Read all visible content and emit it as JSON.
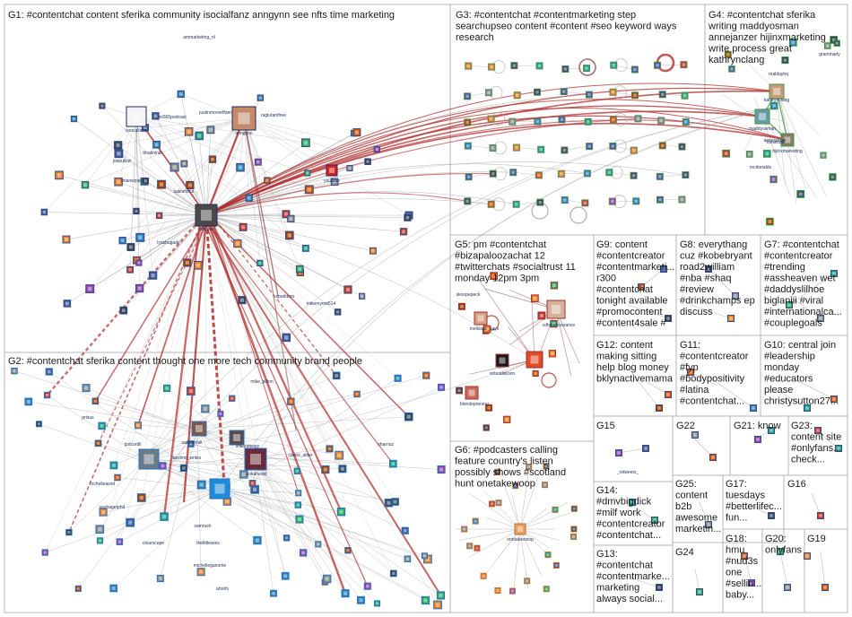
{
  "colors": {
    "edge_gray": "#9a9a9a",
    "edge_red": "#b22b2b",
    "edge_dark": "#8b4a4a",
    "border": "#b5b5b5",
    "label_text": "#1f2a5a",
    "title_text": "#1a1a1a"
  },
  "groups": [
    {
      "id": "G1",
      "title_lines": [
        "G1: #contentchat content sferika community isocialfanz anngynn see nfts time marketing"
      ]
    },
    {
      "id": "G2",
      "title_lines": [
        "G2: #contentchat sferika content thought one more tech community brand people"
      ]
    },
    {
      "id": "G3",
      "title_lines": [
        "G3: #contentchat #contentmarketing step",
        "searchupseo content #content #seo keyword ways",
        "research"
      ]
    },
    {
      "id": "G4",
      "title_lines": [
        "G4: #contentchat sferika",
        "writing maddyosman",
        "annejanzer hijinxmarketing",
        "write process great",
        "kathrynclang"
      ]
    },
    {
      "id": "G5",
      "title_lines": [
        "G5: pm #contentchat",
        "#bizapaloozachat 12",
        "#twitterchats #socialtrust 11",
        "monday 12pm 3pm"
      ]
    },
    {
      "id": "G6",
      "title_lines": [
        "G6: #podcasters calling",
        "feature country's listen",
        "possibly shows #scotland",
        "hunt onetakewoop"
      ]
    },
    {
      "id": "G7",
      "title_lines": [
        "G7: #contentchat",
        "#contentcreator",
        "#trending",
        "#assheaven wet",
        "#daddyslilhoe",
        "biglaniii #viral",
        "#internationalca...",
        "#couplegoals"
      ]
    },
    {
      "id": "G8",
      "title_lines": [
        "G8: everythang",
        "cuz #kobebryant",
        "road2william",
        "#nba #shaq",
        "#review",
        "#drinkchamps ep",
        "discuss"
      ]
    },
    {
      "id": "G9",
      "title_lines": [
        "G9: content",
        "#contentcreator",
        "#contentmarketi...",
        "r300",
        "#contentchat",
        "tonight available",
        "#promocontent",
        "#content4sale #"
      ]
    },
    {
      "id": "G10",
      "title_lines": [
        "G10: central join",
        "#leadership",
        "monday",
        "#educators",
        "please",
        "christysutton27..."
      ]
    },
    {
      "id": "G11",
      "title_lines": [
        "G11:",
        "#contentcreator",
        "#fyp",
        "#bodypositivity",
        "#latina",
        "#contentchat..."
      ]
    },
    {
      "id": "G12",
      "title_lines": [
        "G12: content",
        "making sitting",
        "help blog money",
        "bklynactivemama"
      ]
    },
    {
      "id": "G13",
      "title_lines": [
        "G13:",
        "#contentchat",
        "#contentmarke...",
        "marketing",
        "always social..."
      ]
    },
    {
      "id": "G14",
      "title_lines": [
        "G14:",
        "#dmvbigdick",
        "#milf work",
        "#contentcreator",
        "#contentchat..."
      ]
    },
    {
      "id": "G15",
      "title_lines": [
        "G15"
      ]
    },
    {
      "id": "G16",
      "title_lines": [
        "G16"
      ]
    },
    {
      "id": "G17",
      "title_lines": [
        "G17:",
        "tuesdays",
        "#betterlifec...",
        "fun..."
      ]
    },
    {
      "id": "G18",
      "title_lines": [
        "G18:",
        "hmu",
        "#nud3s",
        "one",
        "#sellin...",
        "baby..."
      ]
    },
    {
      "id": "G19",
      "title_lines": [
        "G19"
      ]
    },
    {
      "id": "G20",
      "title_lines": [
        "G20:",
        "onlyfans"
      ]
    },
    {
      "id": "G21",
      "title_lines": [
        "G21: know"
      ]
    },
    {
      "id": "G22",
      "title_lines": [
        "G22"
      ]
    },
    {
      "id": "G23",
      "title_lines": [
        "G23:",
        "content site",
        "#onlyfans...",
        "check..."
      ]
    },
    {
      "id": "G24",
      "title_lines": [
        "G24"
      ]
    },
    {
      "id": "G25",
      "title_lines": [
        "G25:",
        "content",
        "b2b",
        "awesome",
        "marketin..."
      ]
    }
  ],
  "node_labels": [
    "ammarketing_nl",
    "justinmooretfam",
    "anngynn",
    "isocialfanz",
    "mt365podcast",
    "raglutamfree",
    "bhatininiti",
    "joepulizzi",
    "brianwpiper",
    "salesforce",
    "youtube",
    "sferika",
    "lyashugade",
    "sparktoro",
    "mikemyers514",
    "mike_allton",
    "carmenhill",
    "lakshmi_writes",
    "linkandcopy",
    "rochelleasnd",
    "erikaheald",
    "carlos_abler",
    "nharnuz",
    "sashagetphd",
    "thelittlewins",
    "michelleganome",
    "ahrefs",
    "samrush",
    "prisus",
    "clearscope",
    "tpdcordil",
    "kathrynclang",
    "annejanzer",
    "maddyosman",
    "hijinxmarketing",
    "mcdonalds",
    "grammarly",
    "realdayhq",
    "bizsociall",
    "skoopepeck",
    "melissac_says",
    "cdfaceinsurance",
    "virtuadskoon",
    "blondepreneur",
    "onetakewoop",
    "_retweets_"
  ]
}
